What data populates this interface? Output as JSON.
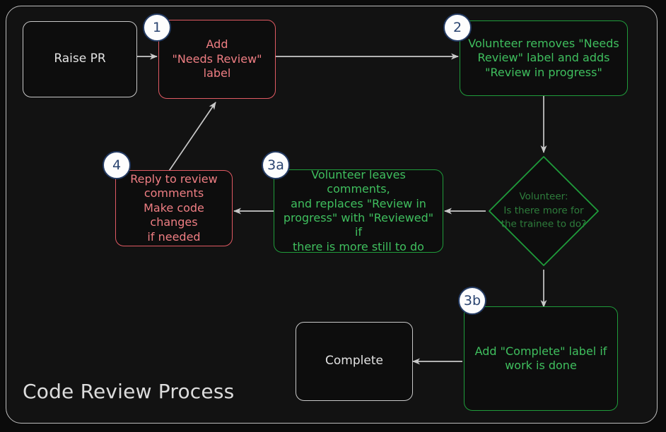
{
  "diagram": {
    "title": "Code Review Process",
    "type": "flowchart",
    "theme": {
      "page_background": "#0b0b0b",
      "frame_background": "#121212",
      "frame_border": "#bdbdbd",
      "edge_color": "#c9c9c9",
      "plain_border": "#c8c8c8",
      "plain_text": "#e3e3e3",
      "red_border": "#e05a63",
      "red_text": "#ef7e83",
      "green_border": "#1f9c3b",
      "green_text": "#3fbf5e",
      "decision_text": "#2e7d3c",
      "badge_fill": "#fdfdfd",
      "badge_border": "#243b63",
      "badge_text": "#2a4470"
    },
    "nodes": [
      {
        "id": "raise-pr",
        "label": "Raise PR",
        "style": "plain",
        "badge": null
      },
      {
        "id": "add-needs-review",
        "label": "Add\n\"Needs Review\"\nlabel",
        "style": "red",
        "badge": "1"
      },
      {
        "id": "volunteer-review-progress",
        "label": "Volunteer removes \"Needs\nReview\" label and adds\n\"Review in progress\"",
        "style": "green",
        "badge": "2"
      },
      {
        "id": "decision-more-work",
        "label": "Volunteer:\nIs there more for\nthe trainee to do?",
        "style": "decision",
        "badge": null
      },
      {
        "id": "volunteer-comments",
        "label": "Volunteer leaves comments,\nand replaces \"Review in\nprogress\" with \"Reviewed\" if\nthere is more still to do",
        "style": "green",
        "badge": "3a"
      },
      {
        "id": "reply-to-review",
        "label": "Reply to review\ncomments\nMake code changes\nif needed",
        "style": "red",
        "badge": "4"
      },
      {
        "id": "add-complete-label",
        "label": "Add \"Complete\" label if\nwork is done",
        "style": "green",
        "badge": "3b"
      },
      {
        "id": "complete",
        "label": "Complete",
        "style": "plain",
        "badge": null
      }
    ],
    "edges": [
      {
        "from": "raise-pr",
        "to": "add-needs-review",
        "label": ""
      },
      {
        "from": "add-needs-review",
        "to": "volunteer-review-progress",
        "label": ""
      },
      {
        "from": "volunteer-review-progress",
        "to": "decision-more-work",
        "label": ""
      },
      {
        "from": "decision-more-work",
        "to": "volunteer-comments",
        "label": ""
      },
      {
        "from": "decision-more-work",
        "to": "add-complete-label",
        "label": ""
      },
      {
        "from": "volunteer-comments",
        "to": "reply-to-review",
        "label": ""
      },
      {
        "from": "reply-to-review",
        "to": "add-needs-review",
        "label": ""
      },
      {
        "from": "add-complete-label",
        "to": "complete",
        "label": ""
      }
    ]
  }
}
